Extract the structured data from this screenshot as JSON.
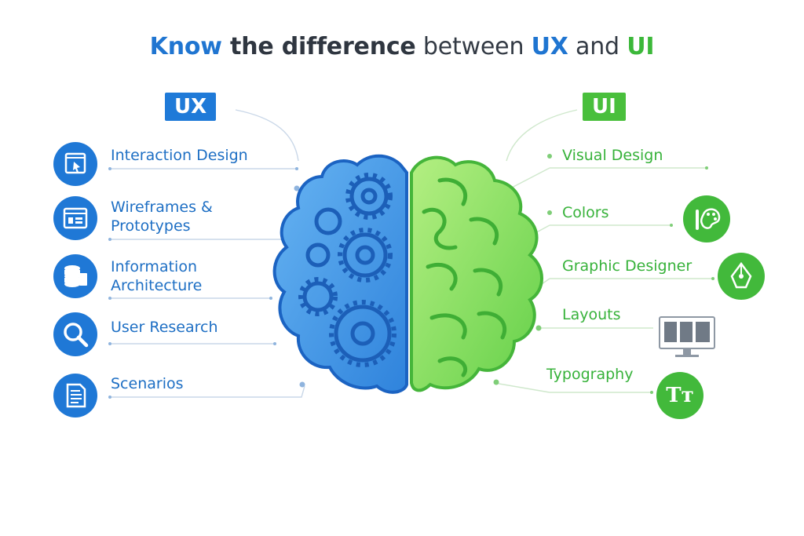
{
  "title": {
    "part1": "Know",
    "part2": " the difference",
    "part3": " between ",
    "part4": "UX",
    "part5": " and ",
    "part6": "UI"
  },
  "ux": {
    "badge": "UX",
    "items": [
      {
        "label": "Interaction Design",
        "icon": "cursor-window-icon"
      },
      {
        "label": "Wireframes & Prototypes",
        "line1": "Wireframes &",
        "line2": "Prototypes",
        "icon": "wireframe-icon"
      },
      {
        "label": "Information Architecture",
        "line1": "Information",
        "line2": "Architecture",
        "icon": "database-icon"
      },
      {
        "label": "User Research",
        "icon": "magnifier-icon"
      },
      {
        "label": "Scenarios",
        "icon": "document-icon"
      }
    ]
  },
  "ui": {
    "badge": "UI",
    "items": [
      {
        "label": "Visual Design"
      },
      {
        "label": "Colors",
        "icon": "palette-icon"
      },
      {
        "label": "Graphic Designer",
        "icon": "pen-tool-icon"
      },
      {
        "label": "Layouts",
        "icon": "monitor-layout-icon"
      },
      {
        "label": "Typography",
        "icon": "typography-icon",
        "glyph": "Tт"
      }
    ]
  },
  "colors": {
    "ux_blue": "#1f78d6",
    "ui_green": "#42b93b",
    "title_dark": "#2f3640"
  }
}
